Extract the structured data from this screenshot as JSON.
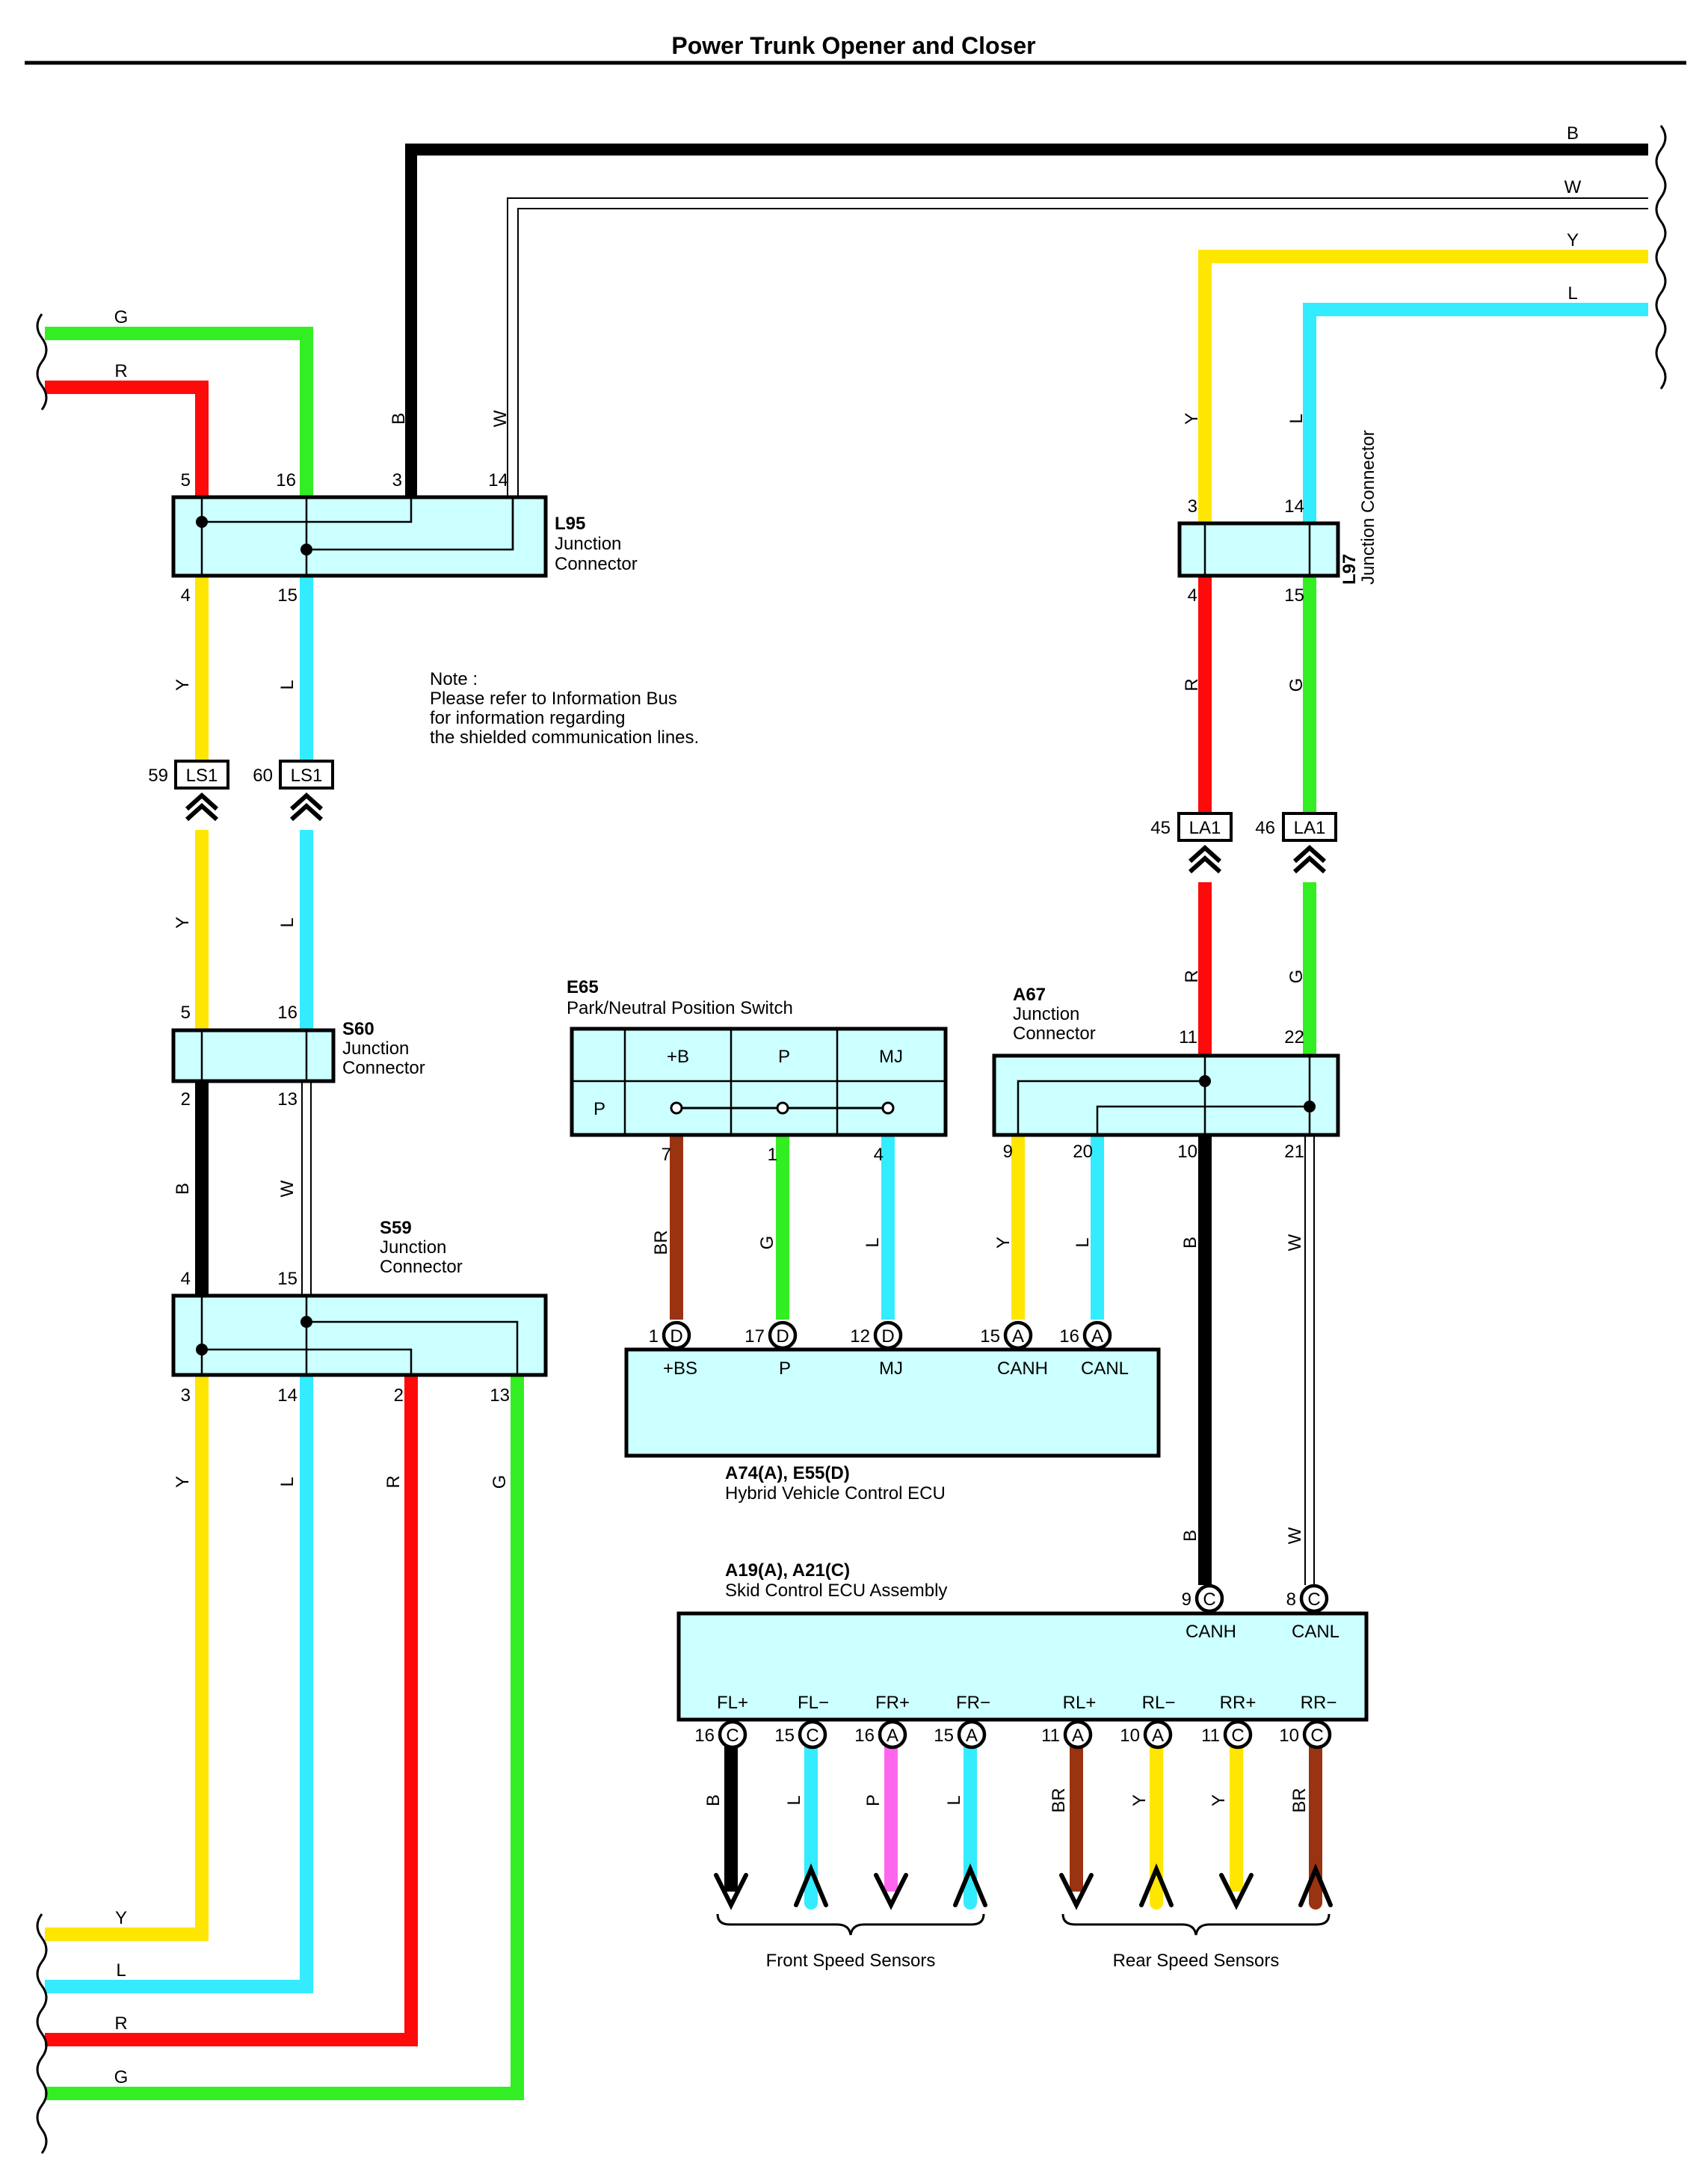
{
  "title": "Power Trunk Opener and Closer",
  "note": [
    "Note :",
    "Please refer to Information Bus",
    "for information regarding",
    "the shielded communication lines."
  ],
  "colors": {
    "B": "#000000",
    "W": "#ffffff",
    "Y": "#ffe600",
    "L": "#33ecff",
    "G": "#33ee22",
    "R": "#ff0a0a",
    "BR": "#993311",
    "P": "#ff66ee",
    "component_fill": "#ccffff"
  },
  "wire_codes": {
    "B": "B",
    "W": "W",
    "Y": "Y",
    "L": "L",
    "G": "G",
    "R": "R",
    "BR": "BR",
    "P": "P"
  },
  "components": {
    "L95": {
      "id": "L95",
      "line1": "Junction",
      "line2": "Connector"
    },
    "L97": {
      "id": "L97",
      "name": "Junction Connector"
    },
    "S60": {
      "id": "S60",
      "line1": "Junction",
      "line2": "Connector"
    },
    "S59": {
      "id": "S59",
      "line1": "Junction",
      "line2": "Connector"
    },
    "A67": {
      "id": "A67",
      "line1": "Junction",
      "line2": "Connector"
    },
    "E65": {
      "id": "E65",
      "name": "Park/Neutral Position Switch",
      "cells": [
        "+B",
        "P",
        "MJ"
      ],
      "row_label": "P"
    },
    "HV_ECU": {
      "id": "A74(A), E55(D)",
      "name": "Hybrid Vehicle Control ECU",
      "terminals": [
        "+BS",
        "P",
        "MJ",
        "CANH",
        "CANL"
      ]
    },
    "SKID_ECU": {
      "id": "A19(A), A21(C)",
      "name": "Skid Control ECU Assembly",
      "terminals_top": [
        "CANH",
        "CANL"
      ],
      "terminals_bottom": [
        "FL+",
        "FL−",
        "FR+",
        "FR−",
        "RL+",
        "RL−",
        "RR+",
        "RR−"
      ]
    }
  },
  "pins": {
    "L95": [
      "5",
      "16",
      "3",
      "14",
      "4",
      "15"
    ],
    "L97": [
      "3",
      "14",
      "4",
      "15"
    ],
    "S60": [
      "5",
      "16",
      "2",
      "13"
    ],
    "S59": [
      "4",
      "15",
      "3",
      "14",
      "2",
      "13"
    ],
    "A67": [
      "11",
      "22",
      "9",
      "20",
      "10",
      "21"
    ],
    "E65": [
      "7",
      "1",
      "4"
    ],
    "HV_ECU": [
      "1",
      "17",
      "12",
      "15",
      "16"
    ],
    "SKID_ECU_top": [
      "9",
      "8"
    ],
    "SKID_ECU_bottom": [
      "16",
      "15",
      "16",
      "15",
      "11",
      "10",
      "11",
      "10"
    ]
  },
  "terminal_letters": {
    "HV_ECU": [
      "D",
      "D",
      "D",
      "A",
      "A"
    ],
    "SKID_ECU_top": [
      "C",
      "C"
    ],
    "SKID_ECU_bottom": [
      "C",
      "C",
      "A",
      "A",
      "A",
      "A",
      "C",
      "C"
    ]
  },
  "inline_connectors": {
    "LS1_a": {
      "pin": "59",
      "name": "LS1"
    },
    "LS1_b": {
      "pin": "60",
      "name": "LS1"
    },
    "LA1_a": {
      "pin": "45",
      "name": "LA1"
    },
    "LA1_b": {
      "pin": "46",
      "name": "LA1"
    }
  },
  "sensor_groups": [
    "Front Speed Sensors",
    "Rear Speed Sensors"
  ]
}
